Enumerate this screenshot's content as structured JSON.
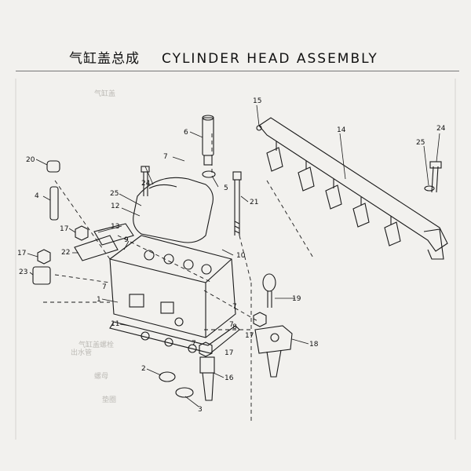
{
  "title": {
    "zh": "气缸盖总成",
    "en": "CYLINDER HEAD ASSEMBLY"
  },
  "colors": {
    "background": "#f2f1ee",
    "line": "#1a1a1a",
    "ghost_text": "#bdbbb6"
  },
  "callouts": [
    "1",
    "2",
    "3",
    "4",
    "5",
    "6",
    "7",
    "7",
    "7",
    "7",
    "7",
    "8",
    "9",
    "10",
    "11",
    "12",
    "13",
    "14",
    "15",
    "16",
    "17",
    "17",
    "17",
    "17",
    "18",
    "19",
    "20",
    "21",
    "22",
    "23",
    "24",
    "24",
    "25",
    "25"
  ],
  "ghost_text": [
    "气缸盖",
    "气缸盖螺栓",
    "出水管",
    "螺母",
    "垫圈"
  ]
}
